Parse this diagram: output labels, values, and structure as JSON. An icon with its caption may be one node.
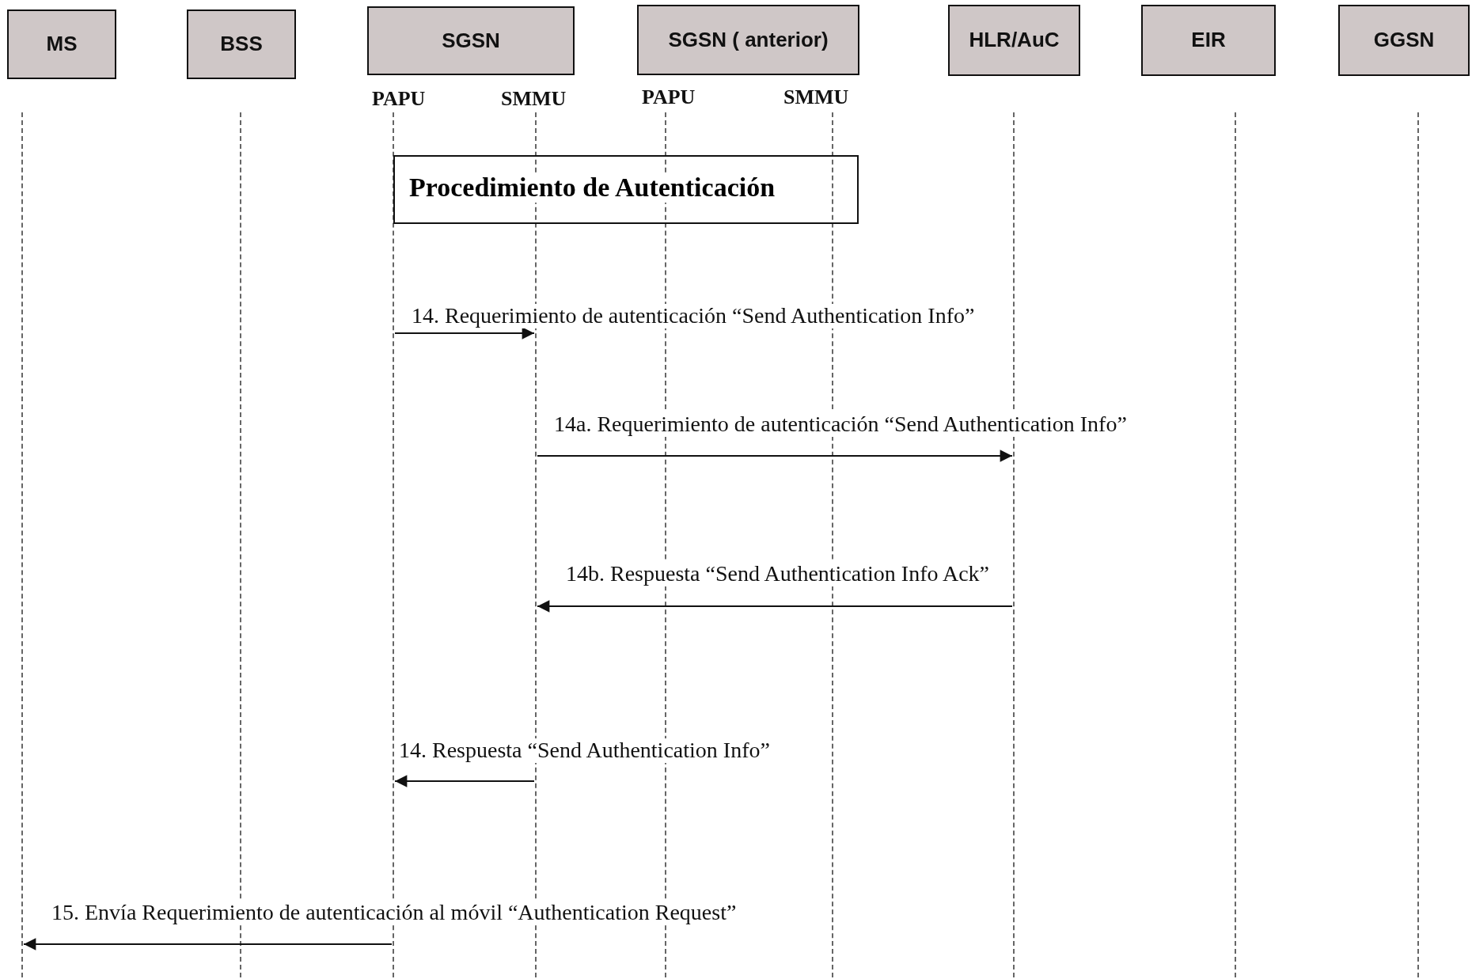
{
  "diagram": {
    "nodes": [
      {
        "text": [
          "MS"
        ]
      },
      {
        "text": [
          "BSS"
        ]
      },
      {
        "text": [
          "SGSN"
        ]
      },
      {
        "text": [
          "SGSN ( anterior)"
        ]
      },
      {
        "text": [
          "HLR/AuC"
        ]
      },
      {
        "text": [
          "EIR"
        ]
      },
      {
        "text": [
          "GGSN"
        ]
      },
      {
        "text": [
          "PAPU"
        ]
      },
      {
        "text": [
          "SMMU"
        ]
      },
      {
        "text": [
          "PAPU"
        ]
      },
      {
        "text": [
          "SMMU"
        ]
      },
      {
        "text": [
          "Procedimiento de Autenticación"
        ]
      },
      {
        "text": [],
        "shape": "line"
      },
      {
        "text": [],
        "shape": "line"
      },
      {
        "text": [],
        "shape": "line"
      },
      {
        "text": [],
        "shape": "line"
      },
      {
        "text": [],
        "shape": "line"
      },
      {
        "text": [],
        "shape": "line"
      },
      {
        "text": [],
        "shape": "line"
      },
      {
        "text": [],
        "shape": "line"
      },
      {
        "text": [],
        "shape": "line"
      }
    ],
    "edges": [
      {
        "from": 14,
        "to": 15,
        "arrow": "to",
        "label": "14. Requerimiento de autenticación “Send Authentication Info”"
      },
      {
        "from": 15,
        "to": 18,
        "arrow": "to",
        "label": "14a. Requerimiento de autenticación “Send Authentication Info”"
      },
      {
        "from": 18,
        "to": 15,
        "arrow": "to",
        "label": "14b. Respuesta “Send Authentication Info Ack”"
      },
      {
        "from": 15,
        "to": 14,
        "arrow": "to",
        "label": "14. Respuesta “Send Authentication Info”"
      },
      {
        "from": 14,
        "to": 12,
        "arrow": "to",
        "label": "15. Envía Requerimiento de autenticación al móvil “Authentication Request”"
      }
    ]
  }
}
